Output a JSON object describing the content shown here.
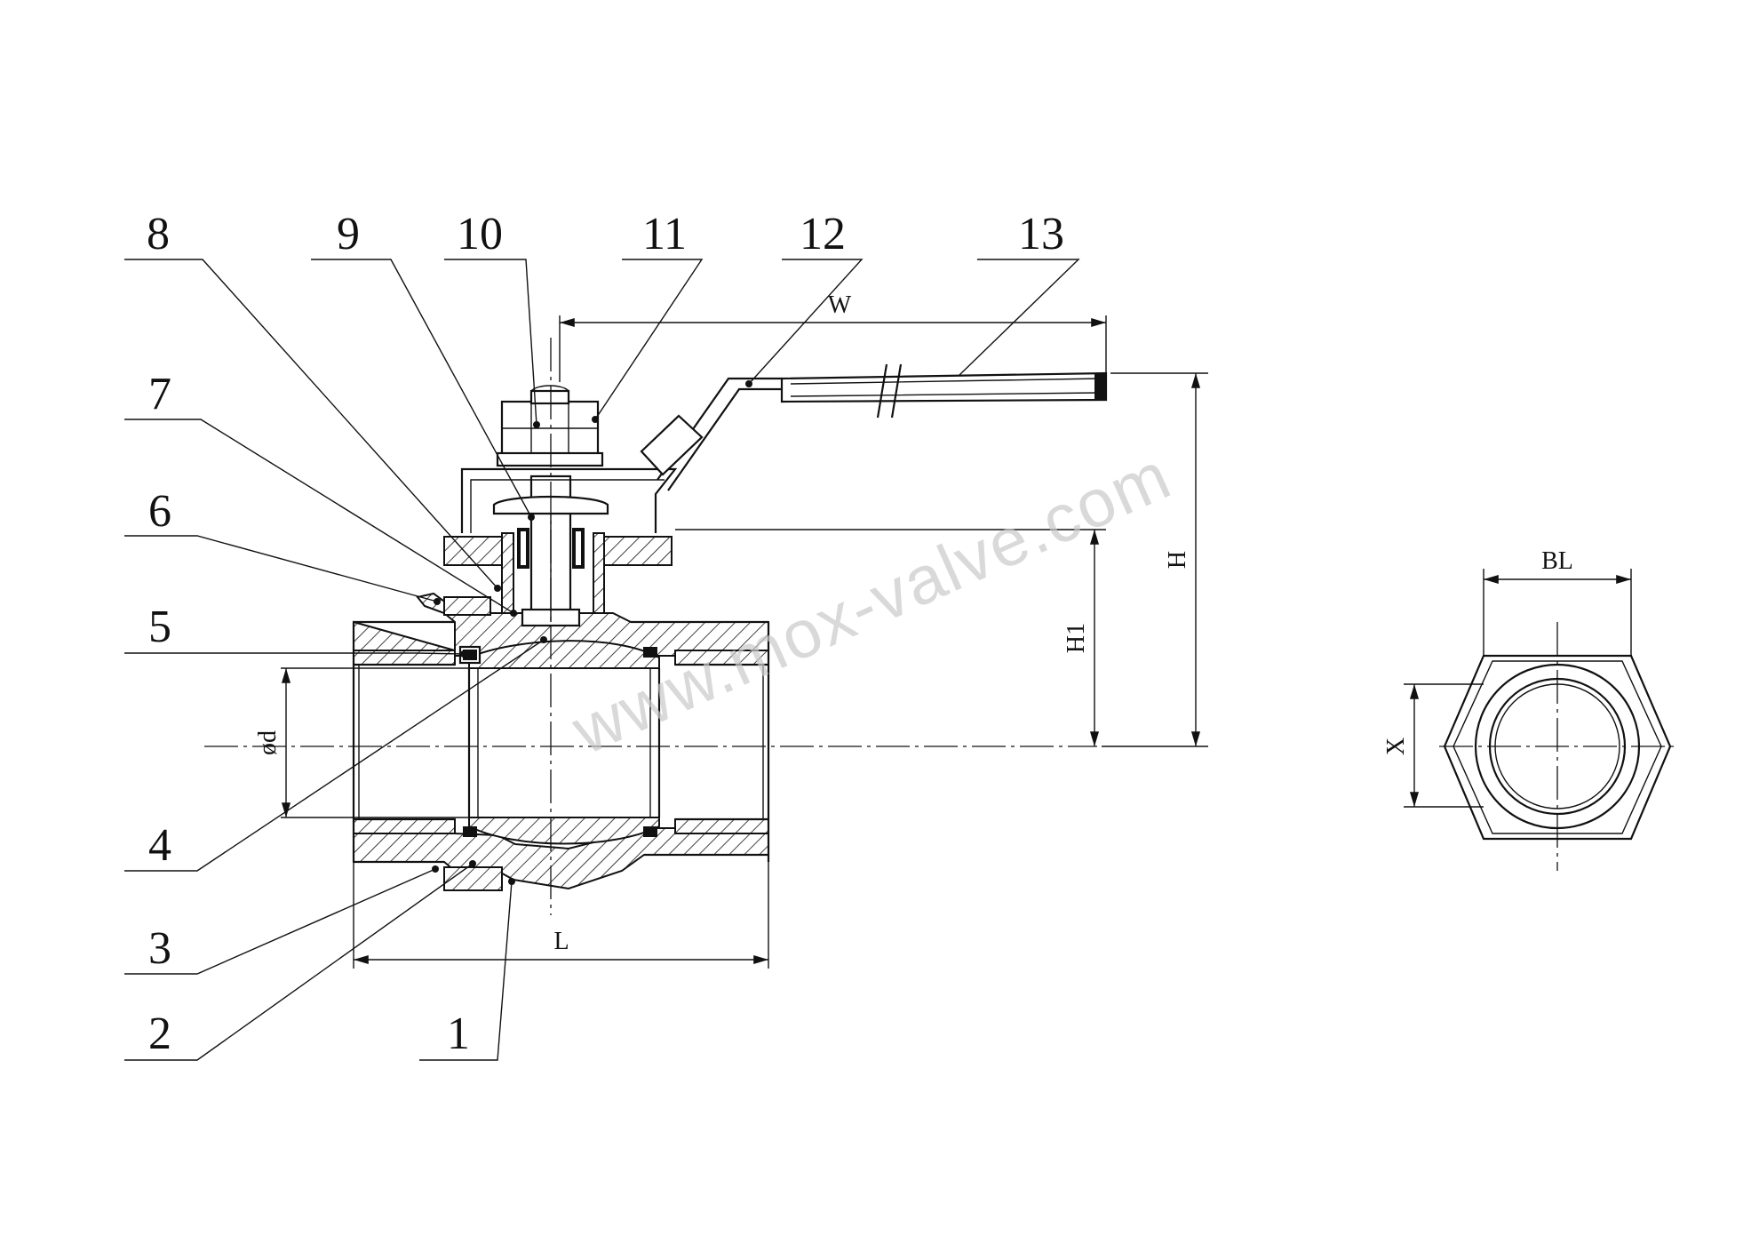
{
  "callouts": {
    "c1": "1",
    "c2": "2",
    "c3": "3",
    "c4": "4",
    "c5": "5",
    "c6": "6",
    "c7": "7",
    "c8": "8",
    "c9": "9",
    "c10": "10",
    "c11": "11",
    "c12": "12",
    "c13": "13"
  },
  "dimensions": {
    "W": "W",
    "H": "H",
    "H1": "H1",
    "L": "L",
    "d": "ød",
    "BL": "BL",
    "X": "X"
  },
  "watermark": "www.mox-valve.com",
  "colors": {
    "line": "#111111",
    "background": "#ffffff",
    "watermark": "#c9c9c9"
  }
}
